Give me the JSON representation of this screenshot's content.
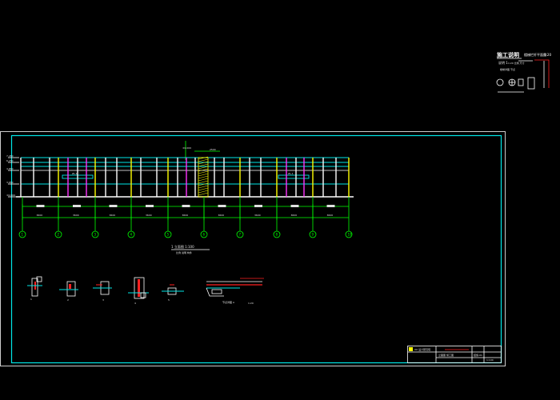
{
  "notes": {
    "title": "施工说明",
    "subtitle": "楼梯栏杆平面图",
    "scale_ref": "1:20",
    "line2_label": "说明 1",
    "line2_rest": "1:20 比例 尺寸",
    "line3_label": "楼梯详图 节点"
  },
  "elevation": {
    "center_mark": "±0.000",
    "top_dim": "2500",
    "dim_labels": [
      "3600",
      "3600",
      "3600",
      "3600",
      "3600",
      "3600",
      "3600",
      "3600",
      "3600"
    ],
    "panel_left": "ZL-1",
    "panel_right": "ZL-1",
    "left_levels": [
      "7.450",
      "6.250",
      "4.850",
      "3.650",
      "±0.000"
    ],
    "axis_numbers": [
      "1",
      "2",
      "3",
      "4",
      "5",
      "6",
      "7",
      "8",
      "9",
      "10"
    ],
    "caption": "1 立面图 1:100",
    "caption_sub": "比例 说明 构件"
  },
  "details": {
    "labels": [
      "1",
      "2",
      "3",
      "4",
      "5"
    ],
    "long_label": "节点详图 A",
    "long_sub": "1:20"
  },
  "title_block": {
    "project": "XX 设计研究院",
    "drawing": "立面图 施工图",
    "drawing_no": "结施-01",
    "scale": "1:100"
  },
  "colors": {
    "border": "#00e6e6",
    "frame": "#ffffff",
    "grid": "#00ff00",
    "yellow_col": "#ffff00",
    "magenta_col": "#ff33ff"
  }
}
